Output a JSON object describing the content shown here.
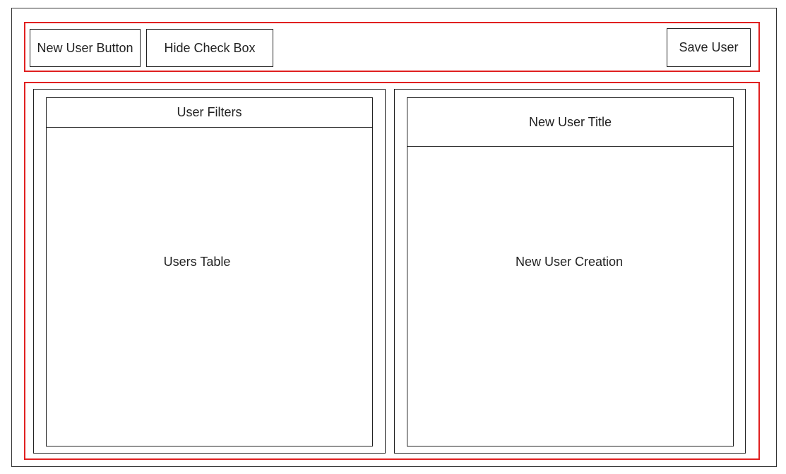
{
  "toolbar": {
    "new_user_button": "New User Button",
    "hide_check_box": "Hide Check Box",
    "save_user": "Save User"
  },
  "left_panel": {
    "filters": "User Filters",
    "table": "Users Table"
  },
  "right_panel": {
    "title": "New User Title",
    "creation": "New User Creation"
  },
  "colors": {
    "highlight": "#e02020",
    "outline": "#222222"
  }
}
